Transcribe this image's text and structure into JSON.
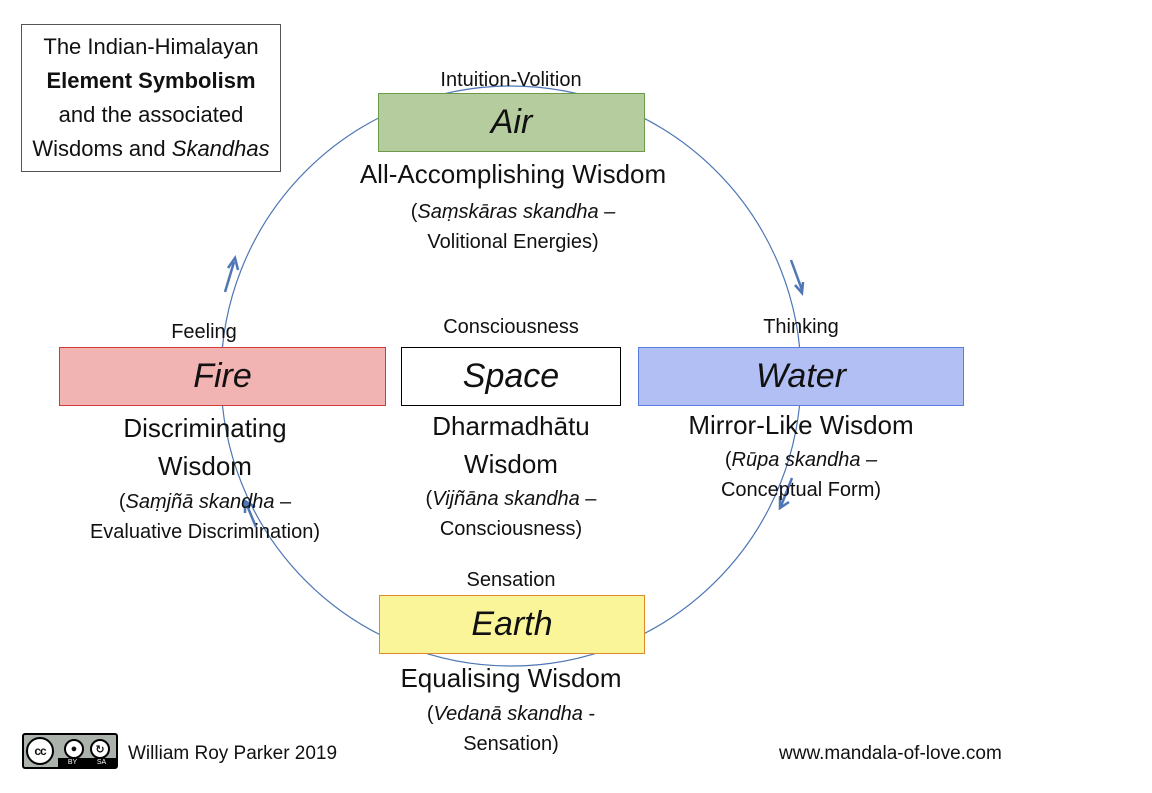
{
  "title": {
    "line1": "The Indian-Himalayan",
    "line2": "Element Symbolism",
    "line3": "and the associated",
    "line4a": "Wisdoms and ",
    "line4b": "Skandhas"
  },
  "elements": {
    "air": {
      "name": "Air",
      "above": "Intuition-Volition",
      "wisdom": "All-Accomplishing Wisdom",
      "skandha_italic": "Saṃskāras skandha",
      "skandha_rest": " –",
      "skandha_line2": "Volitional Energies)",
      "fill": "#b4cc9e",
      "border": "#6d9a4a"
    },
    "fire": {
      "name": "Fire",
      "above": "Feeling",
      "wisdom_line1": "Discriminating",
      "wisdom_line2": "Wisdom",
      "skandha_italic": "Saṃjñā skandha",
      "skandha_rest": " –",
      "skandha_line2": "Evaluative Discrimination)",
      "fill": "#f2b3b3",
      "border": "#d23a3a"
    },
    "space": {
      "name": "Space",
      "above": "Consciousness",
      "wisdom_line1": "Dharmadhātu",
      "wisdom_line2": "Wisdom",
      "skandha_italic": "Vijñāna skandha",
      "skandha_rest": " –",
      "skandha_line2": "Consciousness)",
      "fill": "#ffffff",
      "border": "#000000"
    },
    "water": {
      "name": "Water",
      "above": "Thinking",
      "wisdom": "Mirror-Like Wisdom",
      "skandha_italic": "Rūpa skandha",
      "skandha_rest": " –",
      "skandha_line2": "Conceptual Form)",
      "fill": "#b2bff5",
      "border": "#5a7ee0"
    },
    "earth": {
      "name": "Earth",
      "above": "Sensation",
      "wisdom": "Equalising Wisdom",
      "skandha_italic": "Vedanā skandha",
      "skandha_rest": " -",
      "skandha_line2": "Sensation)",
      "fill": "#fbf59a",
      "border": "#e0892a"
    }
  },
  "colors": {
    "circle": "#4f77b5",
    "arrows": "#4f77b5"
  },
  "footer": {
    "license_icon": "cc-by-sa-icon",
    "cc_text": "cc",
    "by_text": "BY",
    "sa_text": "SA",
    "author": "William Roy Parker 2019",
    "website": "www.mandala-of-love.com"
  }
}
